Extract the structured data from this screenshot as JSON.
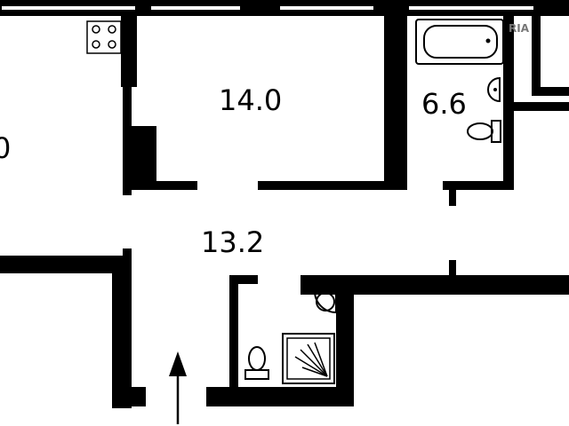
{
  "rooms": {
    "left_room_area": "0",
    "room_area": "14.0",
    "bathroom_area": "6.6",
    "hallway_area": "13.2"
  },
  "watermark": {
    "text": "RIA"
  },
  "colors": {
    "wall": "#000000",
    "background": "#ffffff",
    "watermark": "#777777"
  },
  "icons": [
    "stove-icon",
    "bathtub-icon",
    "sink-icon",
    "toilet-icon",
    "shower-icon",
    "entrance-arrow-icon"
  ]
}
